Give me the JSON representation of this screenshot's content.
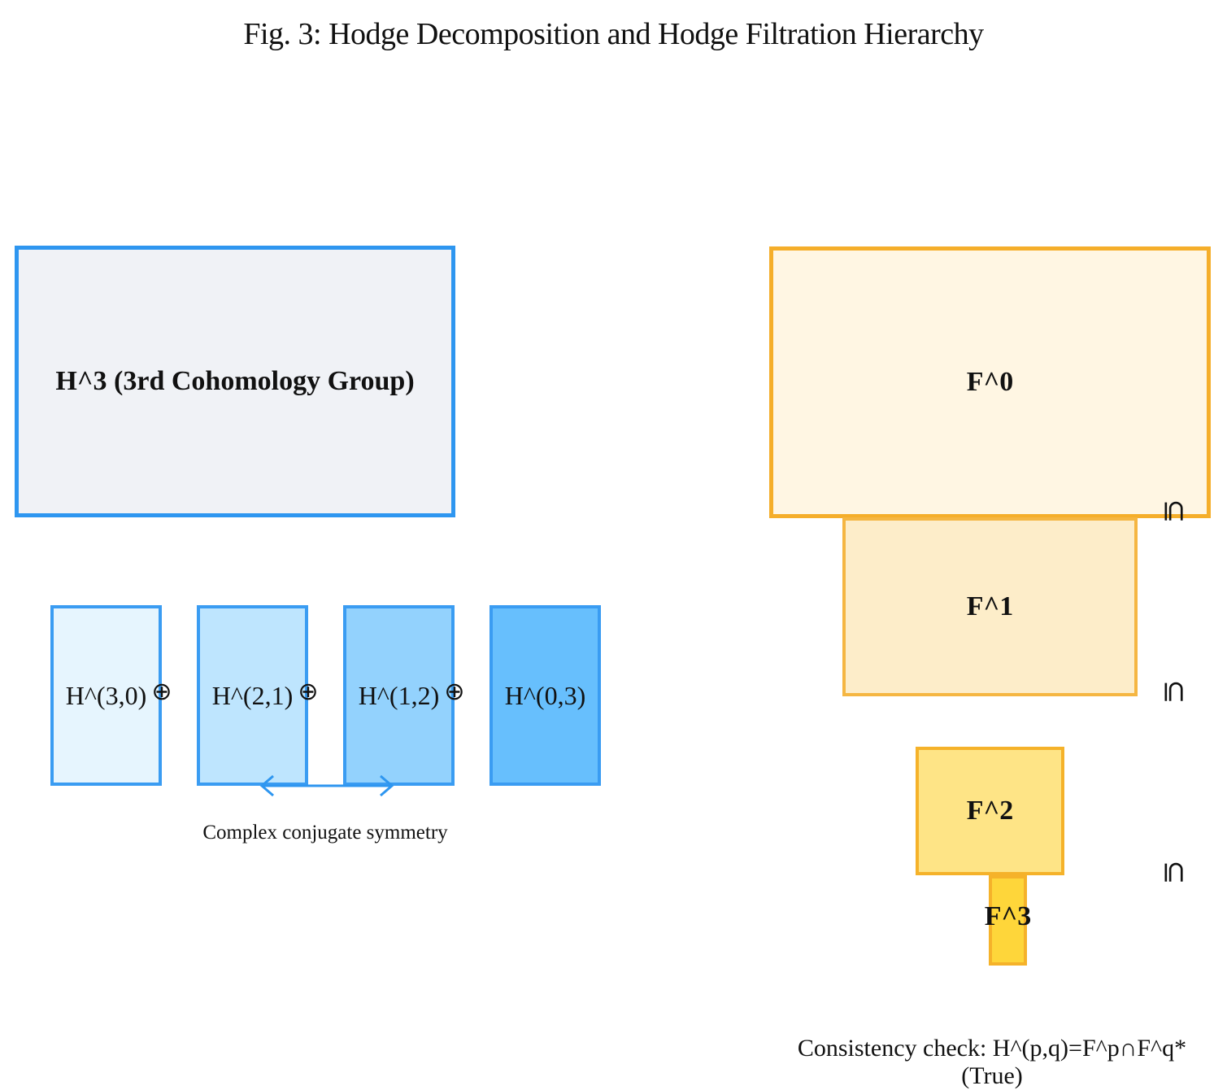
{
  "title": "Fig. 3: Hodge Decomposition and Hodge Filtration Hierarchy",
  "cohomology": {
    "label": "H^3 (3rd Cohomology Group)"
  },
  "decomposition": {
    "components": [
      {
        "label": "H^(3,0)",
        "fill": "#e6f5fe"
      },
      {
        "label": "H^(2,1)",
        "fill": "#bee5fe"
      },
      {
        "label": "H^(1,2)",
        "fill": "#93d2fd"
      },
      {
        "label": "H^(0,3)",
        "fill": "#67bffd"
      }
    ],
    "separator": "⊕",
    "symmetry_caption": "Complex conjugate symmetry"
  },
  "filtration": {
    "levels": [
      {
        "label": "F^0"
      },
      {
        "label": "F^1"
      },
      {
        "label": "F^2"
      },
      {
        "label": "F^3"
      }
    ],
    "inclusion_symbol": "⊆"
  },
  "consistency_check": "Consistency check: H^(p,q)=F^p∩F^q* (True)",
  "colors": {
    "blue_stroke": "#2e96f0",
    "orange_stroke": "#f5ae2a"
  }
}
